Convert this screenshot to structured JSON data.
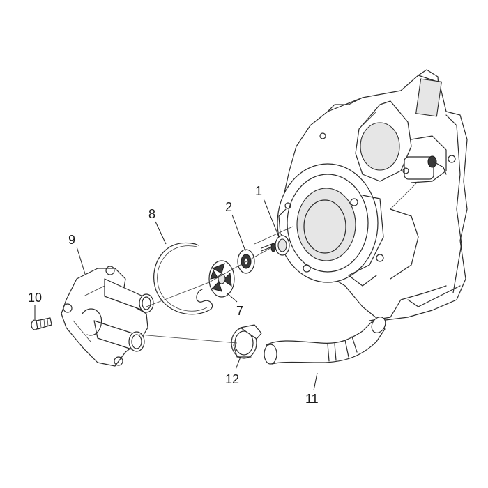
{
  "callouts": [
    {
      "id": "1",
      "label": "1"
    },
    {
      "id": "2",
      "label": "2"
    },
    {
      "id": "7",
      "label": "7"
    },
    {
      "id": "8",
      "label": "8"
    },
    {
      "id": "9",
      "label": "9"
    },
    {
      "id": "10",
      "label": "10"
    },
    {
      "id": "11",
      "label": "11"
    },
    {
      "id": "12",
      "label": "12"
    }
  ]
}
